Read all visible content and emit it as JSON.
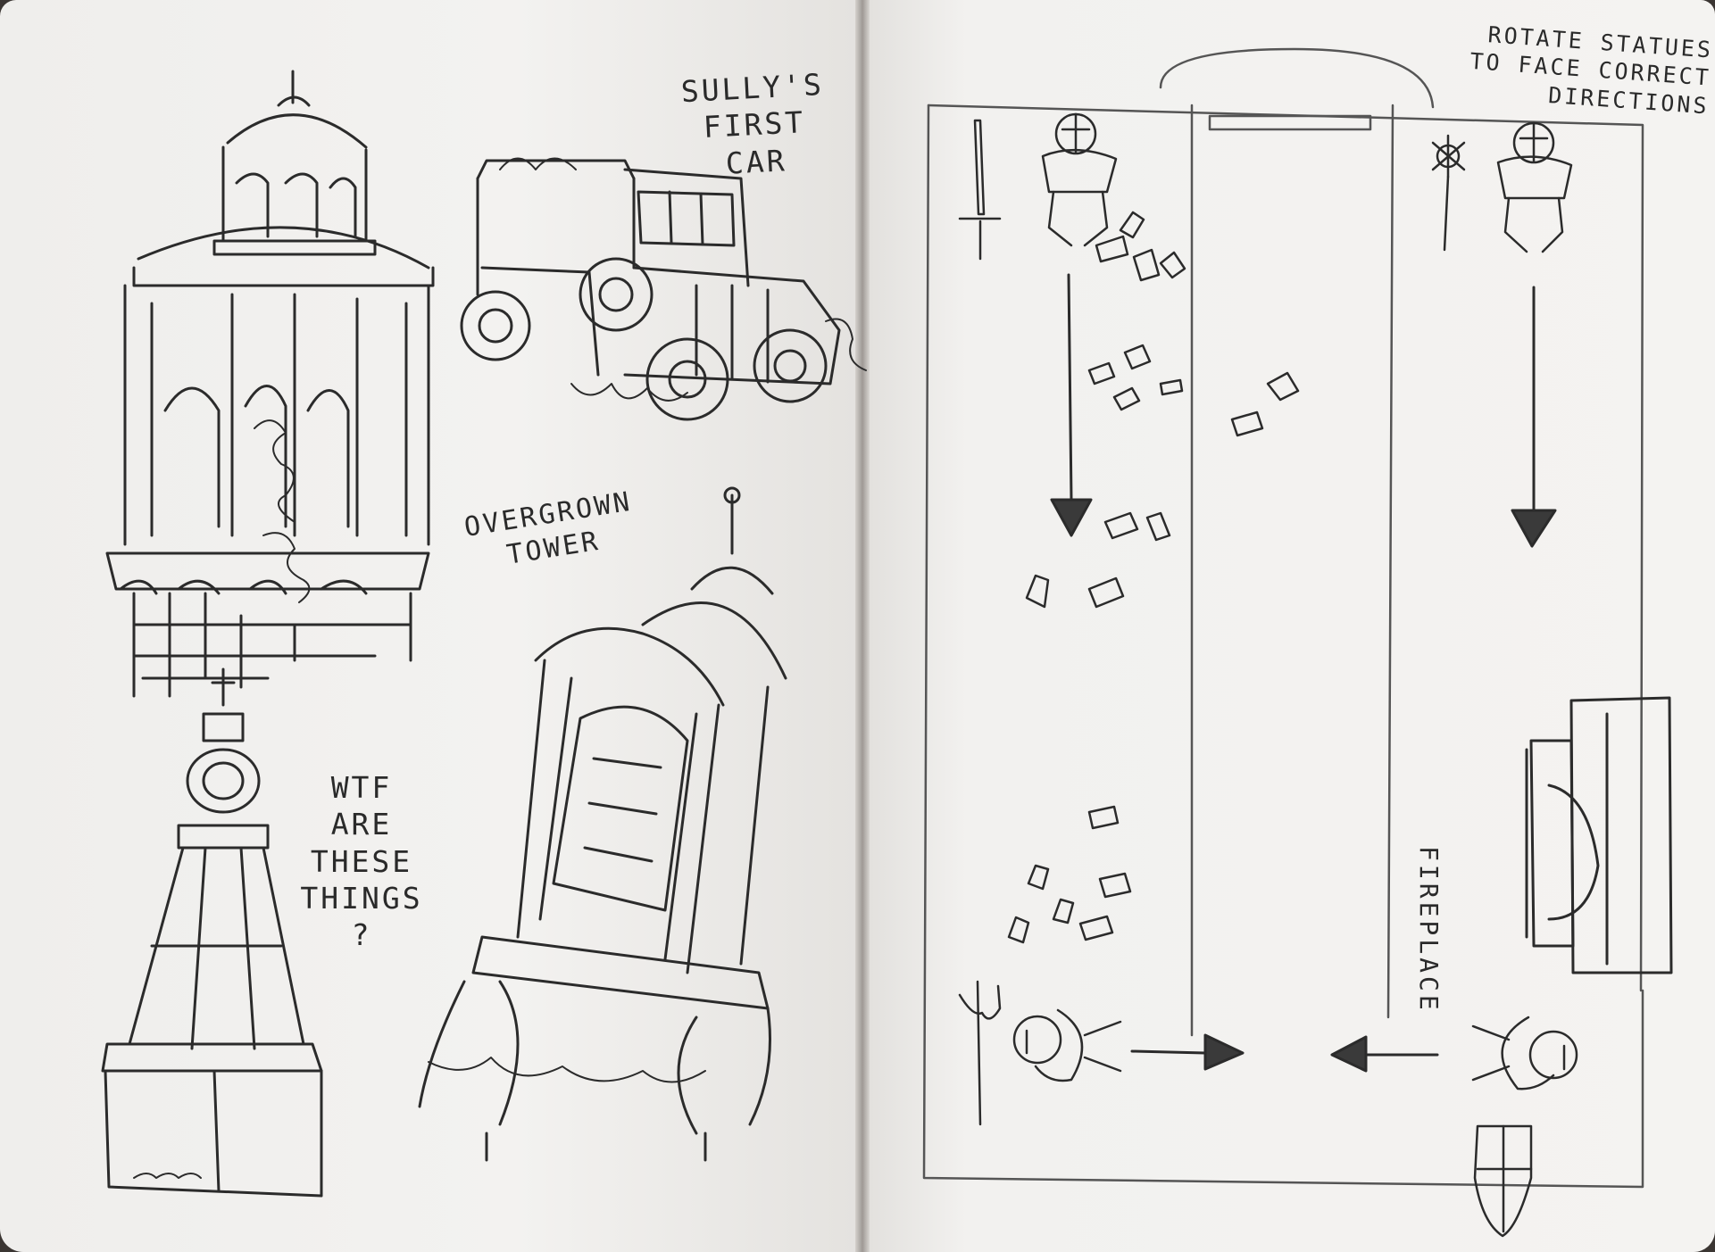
{
  "left_page": {
    "labels": {
      "car": "SULLY'S\nFIRST\nCAR",
      "tower": "OVERGROWN\nTOWER",
      "question": "WTF\nARE\nTHESE\nTHINGS\n?"
    }
  },
  "right_page": {
    "labels": {
      "instruction": "ROTATE STATUES\nTO FACE CORRECT\nDIRECTIONS",
      "fireplace": "FIREPLACE"
    }
  },
  "icons": [
    "sword-icon",
    "mace-icon",
    "axe-icon",
    "shield-icon",
    "knight-statue-icon",
    "arrow-icon"
  ],
  "colors": {
    "paper": "#f1f0ee",
    "pencil": "#2a2a2a",
    "background": "#3b3633"
  }
}
